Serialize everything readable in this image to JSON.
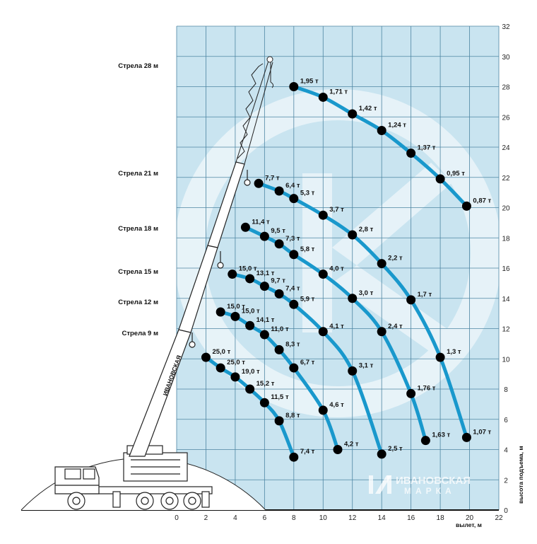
{
  "chart_data": {
    "type": "line",
    "title": "",
    "xlabel": "вылет, м",
    "ylabel": "высота подъема, м",
    "xlim": [
      0,
      22
    ],
    "ylim": [
      0,
      32
    ],
    "x_ticks": [
      "0",
      "2",
      "4",
      "6",
      "8",
      "10",
      "12",
      "14",
      "16",
      "18",
      "20",
      "22"
    ],
    "y_ticks": [
      "0",
      "2",
      "4",
      "6",
      "8",
      "10",
      "12",
      "14",
      "16",
      "18",
      "20",
      "22",
      "24",
      "26",
      "28",
      "30",
      "32"
    ],
    "grid": true,
    "watermark": "ИВАНОВСКАЯ МАРКА",
    "series": [
      {
        "name": "Стрела 28 м",
        "points": [
          {
            "x": 8,
            "y": 28,
            "label": "1,95 т"
          },
          {
            "x": 10,
            "y": 27.3,
            "label": "1,71 т"
          },
          {
            "x": 12,
            "y": 26.2,
            "label": "1,42 т"
          },
          {
            "x": 14,
            "y": 25.1,
            "label": "1,24 т"
          },
          {
            "x": 16,
            "y": 23.6,
            "label": "1,37 т"
          },
          {
            "x": 18,
            "y": 21.9,
            "label": "0,95 т"
          },
          {
            "x": 19.8,
            "y": 20.1,
            "label": "0,87 т"
          }
        ]
      },
      {
        "name": "Стрела 21 м",
        "points": [
          {
            "x": 5.6,
            "y": 21.6,
            "label": "7,7 т"
          },
          {
            "x": 7,
            "y": 21.1,
            "label": "6,4 т"
          },
          {
            "x": 8,
            "y": 20.6,
            "label": "5,3 т"
          },
          {
            "x": 10,
            "y": 19.5,
            "label": "3,7 т"
          },
          {
            "x": 12,
            "y": 18.2,
            "label": "2,8 т"
          },
          {
            "x": 14,
            "y": 16.3,
            "label": "2,2 т"
          },
          {
            "x": 16,
            "y": 13.9,
            "label": "1,7 т"
          },
          {
            "x": 18,
            "y": 10.1,
            "label": "1,3 т"
          },
          {
            "x": 19.8,
            "y": 4.8,
            "label": "1,07 т"
          }
        ]
      },
      {
        "name": "Стрела 18 м",
        "points": [
          {
            "x": 4.7,
            "y": 18.7,
            "label": "11,4 т"
          },
          {
            "x": 6,
            "y": 18.1,
            "label": "9,5 т"
          },
          {
            "x": 7,
            "y": 17.6,
            "label": "7,3 т"
          },
          {
            "x": 8,
            "y": 16.9,
            "label": "5,8 т"
          },
          {
            "x": 10,
            "y": 15.6,
            "label": "4,0 т"
          },
          {
            "x": 12,
            "y": 14.0,
            "label": "3,0 т"
          },
          {
            "x": 14,
            "y": 11.8,
            "label": "2,4 т"
          },
          {
            "x": 16,
            "y": 7.7,
            "label": "1,76 т"
          },
          {
            "x": 17,
            "y": 4.6,
            "label": "1,63 т"
          }
        ]
      },
      {
        "name": "Стрела 15 м",
        "points": [
          {
            "x": 3.8,
            "y": 15.6,
            "label": "15,0 т"
          },
          {
            "x": 5,
            "y": 15.3,
            "label": "13,1 т"
          },
          {
            "x": 6,
            "y": 14.8,
            "label": "9,7 т"
          },
          {
            "x": 7,
            "y": 14.3,
            "label": "7,4 т"
          },
          {
            "x": 8,
            "y": 13.6,
            "label": "5,9 т"
          },
          {
            "x": 10,
            "y": 11.8,
            "label": "4,1 т"
          },
          {
            "x": 12,
            "y": 9.2,
            "label": "3,1 т"
          },
          {
            "x": 14,
            "y": 3.7,
            "label": "2,5 т"
          }
        ]
      },
      {
        "name": "Стрела 12 м",
        "points": [
          {
            "x": 3,
            "y": 13.1,
            "label": "15,0 т"
          },
          {
            "x": 4,
            "y": 12.8,
            "label": "15,0 т"
          },
          {
            "x": 5,
            "y": 12.2,
            "label": "14,1 т"
          },
          {
            "x": 6,
            "y": 11.6,
            "label": "11,0 т"
          },
          {
            "x": 7,
            "y": 10.6,
            "label": "8,3 т"
          },
          {
            "x": 8,
            "y": 9.4,
            "label": "6,7 т"
          },
          {
            "x": 10,
            "y": 6.6,
            "label": "4,6 т"
          },
          {
            "x": 11,
            "y": 4.0,
            "label": "4,2 т"
          }
        ]
      },
      {
        "name": "Стрела 9 м",
        "points": [
          {
            "x": 2,
            "y": 10.1,
            "label": "25,0 т"
          },
          {
            "x": 3,
            "y": 9.4,
            "label": "25,0 т"
          },
          {
            "x": 4,
            "y": 8.8,
            "label": "19,0 т"
          },
          {
            "x": 5,
            "y": 8.0,
            "label": "15,2 т"
          },
          {
            "x": 6,
            "y": 7.1,
            "label": "11,5 т"
          },
          {
            "x": 7,
            "y": 5.9,
            "label": "8,8 т"
          },
          {
            "x": 8,
            "y": 3.5,
            "label": "7,4 т"
          }
        ]
      }
    ]
  },
  "colors": {
    "grid_bg": "#c9e4f0",
    "grid_line": "#4e86a3",
    "curve": "#1998cc",
    "point": "#000000",
    "watermark": "#ffffff"
  }
}
